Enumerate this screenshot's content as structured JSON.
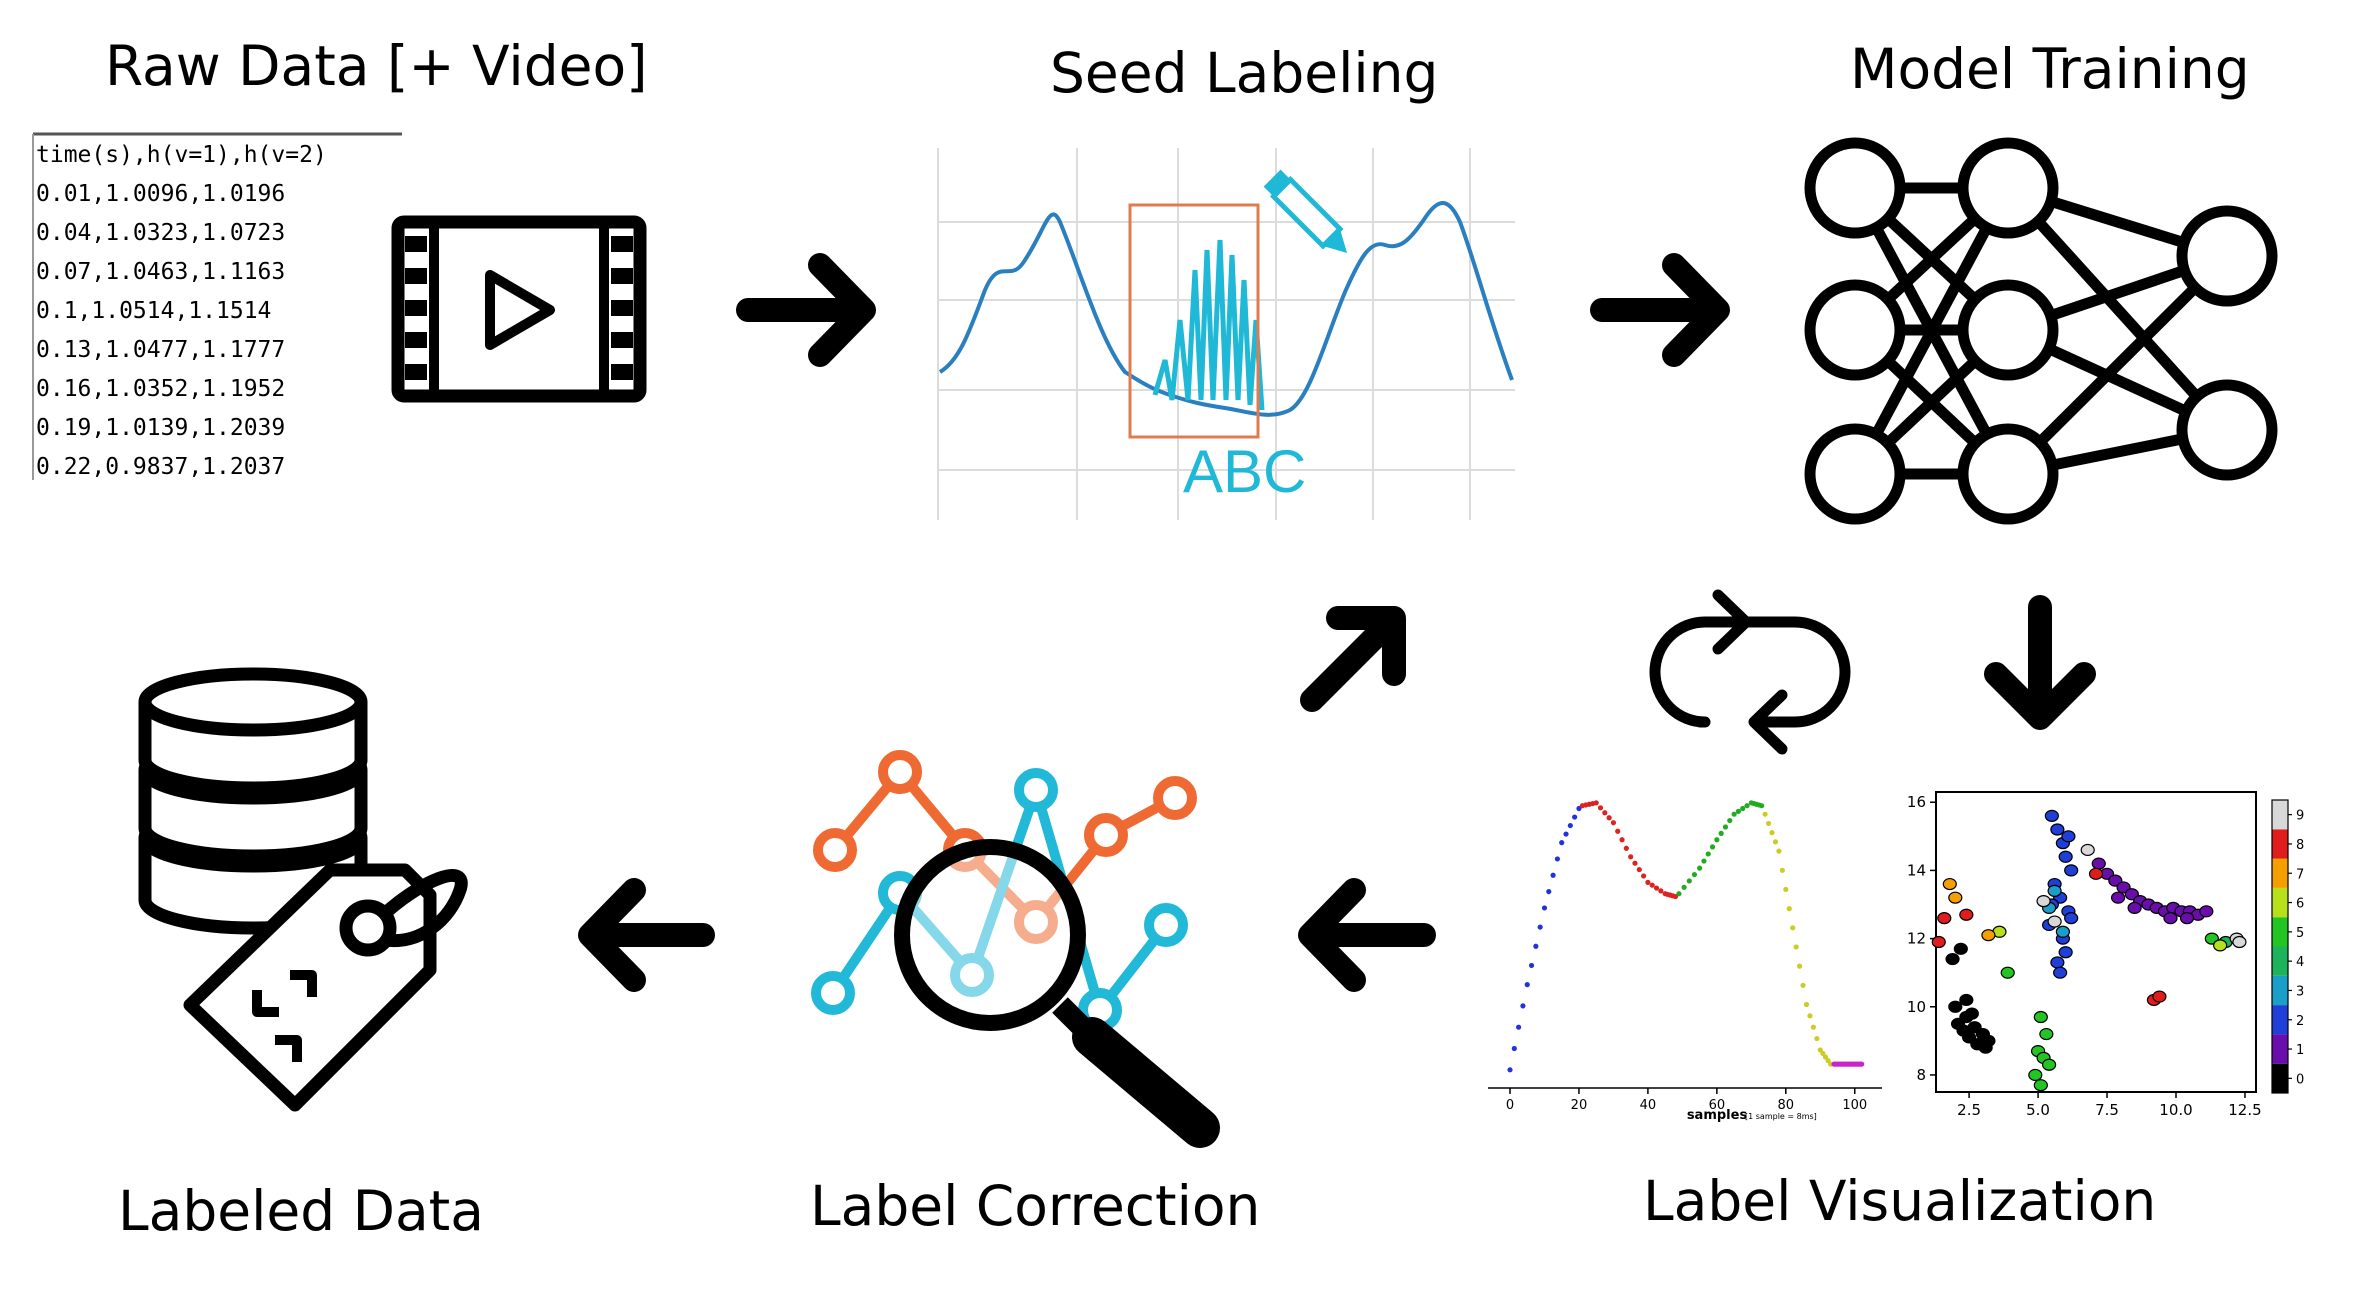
{
  "titles": {
    "raw_data": "Raw Data [+ Video]",
    "seed_labeling": "Seed Labeling",
    "model_training": "Model Training",
    "label_visualization": "Label Visualization",
    "label_correction": "Label Correction",
    "labeled_data": "Labeled Data"
  },
  "raw_data_table": {
    "header": "time(s),h(v=1),h(v=2)",
    "rows": [
      "0.01,1.0096,1.0196",
      "0.04,1.0323,1.0723",
      "0.07,1.0463,1.1163",
      "0.1,1.0514,1.1514",
      "0.13,1.0477,1.1777",
      "0.16,1.0352,1.1952",
      "0.19,1.0139,1.2039",
      "0.22,0.9837,1.2037"
    ]
  },
  "seed_label_text": "ABC",
  "colors": {
    "signal_blue": "#2a7fc0",
    "highlight_cyan": "#1fb8d6",
    "selection_orange": "#e07b4f",
    "correction_orange": "#ee6a32",
    "correction_cyan": "#22b8d8"
  },
  "icons": [
    "video-icon",
    "arrow-right-icon",
    "pencil-icon",
    "neural-network-icon",
    "arrow-down-icon",
    "cycle-icon",
    "arrow-up-right-icon",
    "arrow-left-icon",
    "magnifier-icon",
    "database-icon",
    "tag-icon"
  ],
  "chart_data": [
    {
      "type": "scatter",
      "title": "",
      "xlabel": "samples",
      "xlabel_note": "[1 sample = 8ms]",
      "ylabel": "",
      "xlim": [
        0,
        105
      ],
      "xticks": [
        "0",
        "20",
        "40",
        "60",
        "80",
        "100"
      ],
      "grid": false,
      "series": [
        {
          "color": "#2233dd",
          "x": [
            0,
            5,
            10,
            15,
            20
          ],
          "y": [
            0.05,
            0.35,
            0.62,
            0.85,
            0.97
          ]
        },
        {
          "color": "#dd2222",
          "x": [
            21,
            25,
            30,
            35,
            40,
            45,
            48
          ],
          "y": [
            0.98,
            0.99,
            0.92,
            0.8,
            0.71,
            0.67,
            0.66
          ]
        },
        {
          "color": "#22aa22",
          "x": [
            49,
            55,
            60,
            65,
            70,
            73
          ],
          "y": [
            0.67,
            0.76,
            0.86,
            0.95,
            0.99,
            0.98
          ]
        },
        {
          "color": "#cccc22",
          "x": [
            74,
            78,
            82,
            86,
            90,
            93
          ],
          "y": [
            0.95,
            0.82,
            0.55,
            0.28,
            0.12,
            0.07
          ]
        },
        {
          "color": "#cc22cc",
          "x": [
            94,
            96,
            98,
            100,
            102
          ],
          "y": [
            0.07,
            0.07,
            0.07,
            0.07,
            0.07
          ]
        }
      ]
    },
    {
      "type": "scatter",
      "title": "",
      "xlabel": "",
      "ylabel": "",
      "xlim": [
        1.3,
        12.9
      ],
      "ylim": [
        7.5,
        16.3
      ],
      "xticks": [
        "2.5",
        "5.0",
        "7.5",
        "10.0",
        "12.5"
      ],
      "yticks": [
        "8",
        "10",
        "12",
        "14",
        "16"
      ],
      "colorbar_ticks": [
        "0",
        "1",
        "2",
        "3",
        "4",
        "5",
        "6",
        "7",
        "8",
        "9"
      ],
      "colorbar_colors": [
        "#000000",
        "#6a0dad",
        "#1f3fd8",
        "#1aa0c8",
        "#1db35a",
        "#22c522",
        "#b8e01a",
        "#f5a000",
        "#e01c1c",
        "#d8d8d8"
      ],
      "grid": false,
      "points": [
        {
          "label": 0,
          "x": [
            2.1,
            2.3,
            2.5,
            2.8,
            3.1,
            2.0,
            2.4,
            2.6,
            3.0,
            2.2,
            1.9,
            2.7,
            3.2,
            2.4
          ],
          "y": [
            9.5,
            9.3,
            9.1,
            8.9,
            8.8,
            10.0,
            9.7,
            9.8,
            9.2,
            11.7,
            11.4,
            9.4,
            9.0,
            10.2
          ]
        },
        {
          "label": 1,
          "x": [
            7.5,
            7.8,
            8.1,
            8.4,
            8.7,
            9.0,
            9.3,
            9.6,
            9.9,
            10.2,
            10.5,
            10.8,
            11.1,
            7.2,
            7.9,
            8.5,
            9.8,
            10.4
          ],
          "y": [
            13.9,
            13.7,
            13.5,
            13.3,
            13.1,
            13.0,
            12.9,
            12.8,
            12.9,
            12.8,
            12.8,
            12.7,
            12.8,
            14.2,
            13.2,
            12.9,
            12.6,
            12.6
          ]
        },
        {
          "label": 2,
          "x": [
            5.5,
            5.7,
            5.9,
            6.0,
            6.2,
            5.6,
            5.8,
            6.1,
            5.4,
            5.9,
            6.0,
            5.7,
            6.2,
            5.5,
            6.1,
            5.8
          ],
          "y": [
            15.6,
            15.2,
            14.8,
            14.4,
            14.0,
            13.6,
            13.2,
            12.8,
            12.4,
            12.0,
            11.6,
            11.3,
            12.6,
            13.0,
            15.0,
            11.0
          ]
        },
        {
          "label": 3,
          "x": [
            5.4,
            5.6,
            5.9
          ],
          "y": [
            12.9,
            13.4,
            12.2
          ]
        },
        {
          "label": 4,
          "x": [
            11.8
          ],
          "y": [
            11.9
          ]
        },
        {
          "label": 5,
          "x": [
            5.1,
            5.3,
            5.0,
            5.2,
            5.4,
            4.9,
            5.1,
            3.9,
            11.3
          ],
          "y": [
            9.7,
            9.2,
            8.7,
            8.5,
            8.3,
            8.0,
            7.7,
            11.0,
            12.0
          ]
        },
        {
          "label": 6,
          "x": [
            11.6,
            3.6
          ],
          "y": [
            11.8,
            12.2
          ]
        },
        {
          "label": 7,
          "x": [
            1.8,
            2.0,
            3.2
          ],
          "y": [
            13.6,
            13.2,
            12.1
          ]
        },
        {
          "label": 8,
          "x": [
            1.6,
            2.4,
            7.1,
            9.2,
            9.4,
            1.4
          ],
          "y": [
            12.6,
            12.7,
            13.9,
            10.2,
            10.3,
            11.9
          ]
        },
        {
          "label": 9,
          "x": [
            5.2,
            5.6,
            12.2,
            12.3,
            6.8
          ],
          "y": [
            13.1,
            12.5,
            12.0,
            11.9,
            14.6
          ]
        }
      ]
    }
  ]
}
